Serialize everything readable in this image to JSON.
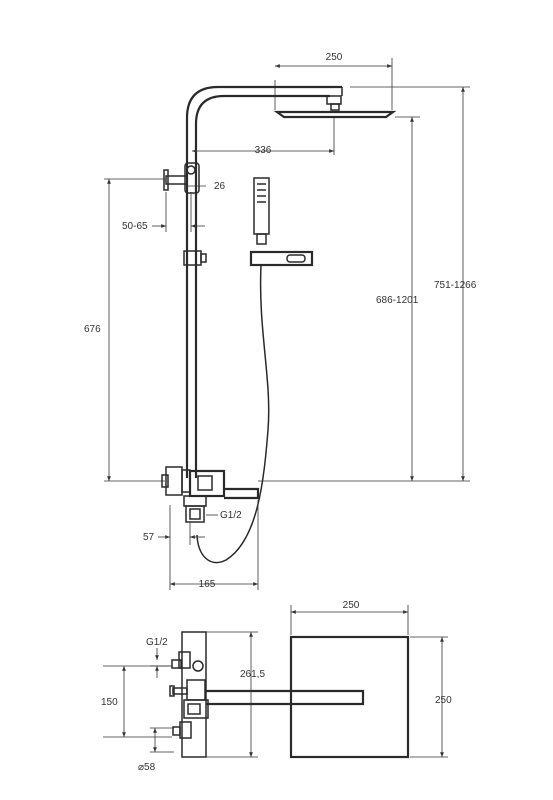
{
  "dimensions": {
    "head_width_top": "250",
    "arm_reach": "336",
    "holder_offset": "26",
    "holder_adjust": "50-65",
    "bar_height": "676",
    "head_height_range": "686-1201",
    "total_height_range": "751-1266",
    "inlet_thread_side": "G1/2",
    "inlet_offset": "57",
    "spout_length": "165",
    "head_width_bottom": "250",
    "inlet_thread_bottom": "G1/2",
    "mixer_height": "261,5",
    "inlet_spacing": "150",
    "head_depth": "250",
    "eccentric_diameter": "⌀58"
  },
  "colors": {
    "line": "#2a2a2a",
    "text": "#333333",
    "background": "#ffffff"
  }
}
